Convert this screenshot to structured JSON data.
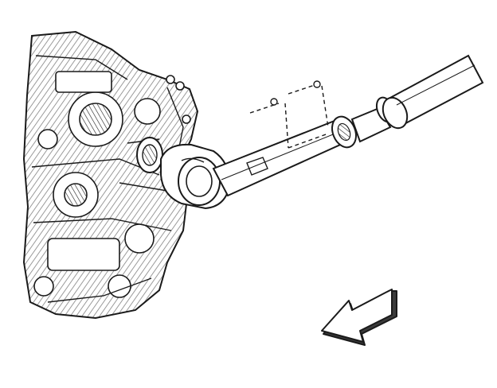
{
  "figure": {
    "description_hidden": "",
    "colors": {
      "line": "#1a1a1a",
      "shade": "#6a6a6a",
      "fill_light": "#ffffff",
      "fill_mid": "#e6e6e6",
      "fill_dark": "#3a3a3a"
    },
    "icons": [
      "transmission-housing",
      "propeller-shaft",
      "slip-yoke",
      "u-joint",
      "removal-direction-arrow"
    ]
  }
}
